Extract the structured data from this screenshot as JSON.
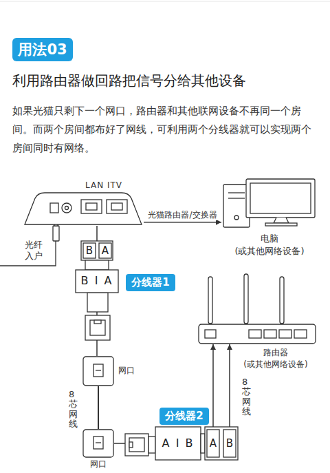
{
  "diagram": {
    "title": "利用路由器做回路把信号分给其他设备",
    "nodes": [
      {
        "text": [
          "用法03"
        ]
      },
      {
        "text": [
          "LAN ITV"
        ]
      },
      {
        "text": [
          "电脑 (或其他网络设备)"
        ]
      },
      {
        "text": [
          "B I A"
        ]
      },
      {
        "text": [
          "分线器1"
        ]
      },
      {
        "text": [
          "网口"
        ]
      },
      {
        "text": [
          "网口"
        ]
      },
      {
        "text": [
          "A I B"
        ]
      },
      {
        "text": [
          "分线器2"
        ]
      },
      {
        "text": [
          "路由器 (或其他网络设备)"
        ]
      }
    ],
    "edges": [
      {
        "from": 1,
        "to": 2,
        "arrow": "to",
        "label": "光猫路由器/交换器"
      },
      {
        "from": 1,
        "to": 3,
        "arrow": "none"
      },
      {
        "from": 3,
        "to": 5,
        "arrow": "none"
      },
      {
        "from": 5,
        "to": 6,
        "arrow": "none"
      },
      {
        "from": 6,
        "to": 7,
        "arrow": "none"
      },
      {
        "from": 7,
        "to": 9,
        "arrow": "to"
      },
      {
        "from": 7,
        "to": 9,
        "arrow": "to"
      }
    ],
    "labels": [
      "如果光猫只剩下一个网口，路由器和其他联网设备不再同一个房间。而两个房间都布好了网线，可利用两个分线器就可以实现两个房间同时有网络。",
      "光纤 入户",
      "B",
      "A",
      "8芯网线",
      "A",
      "B",
      "8芯网线"
    ]
  }
}
